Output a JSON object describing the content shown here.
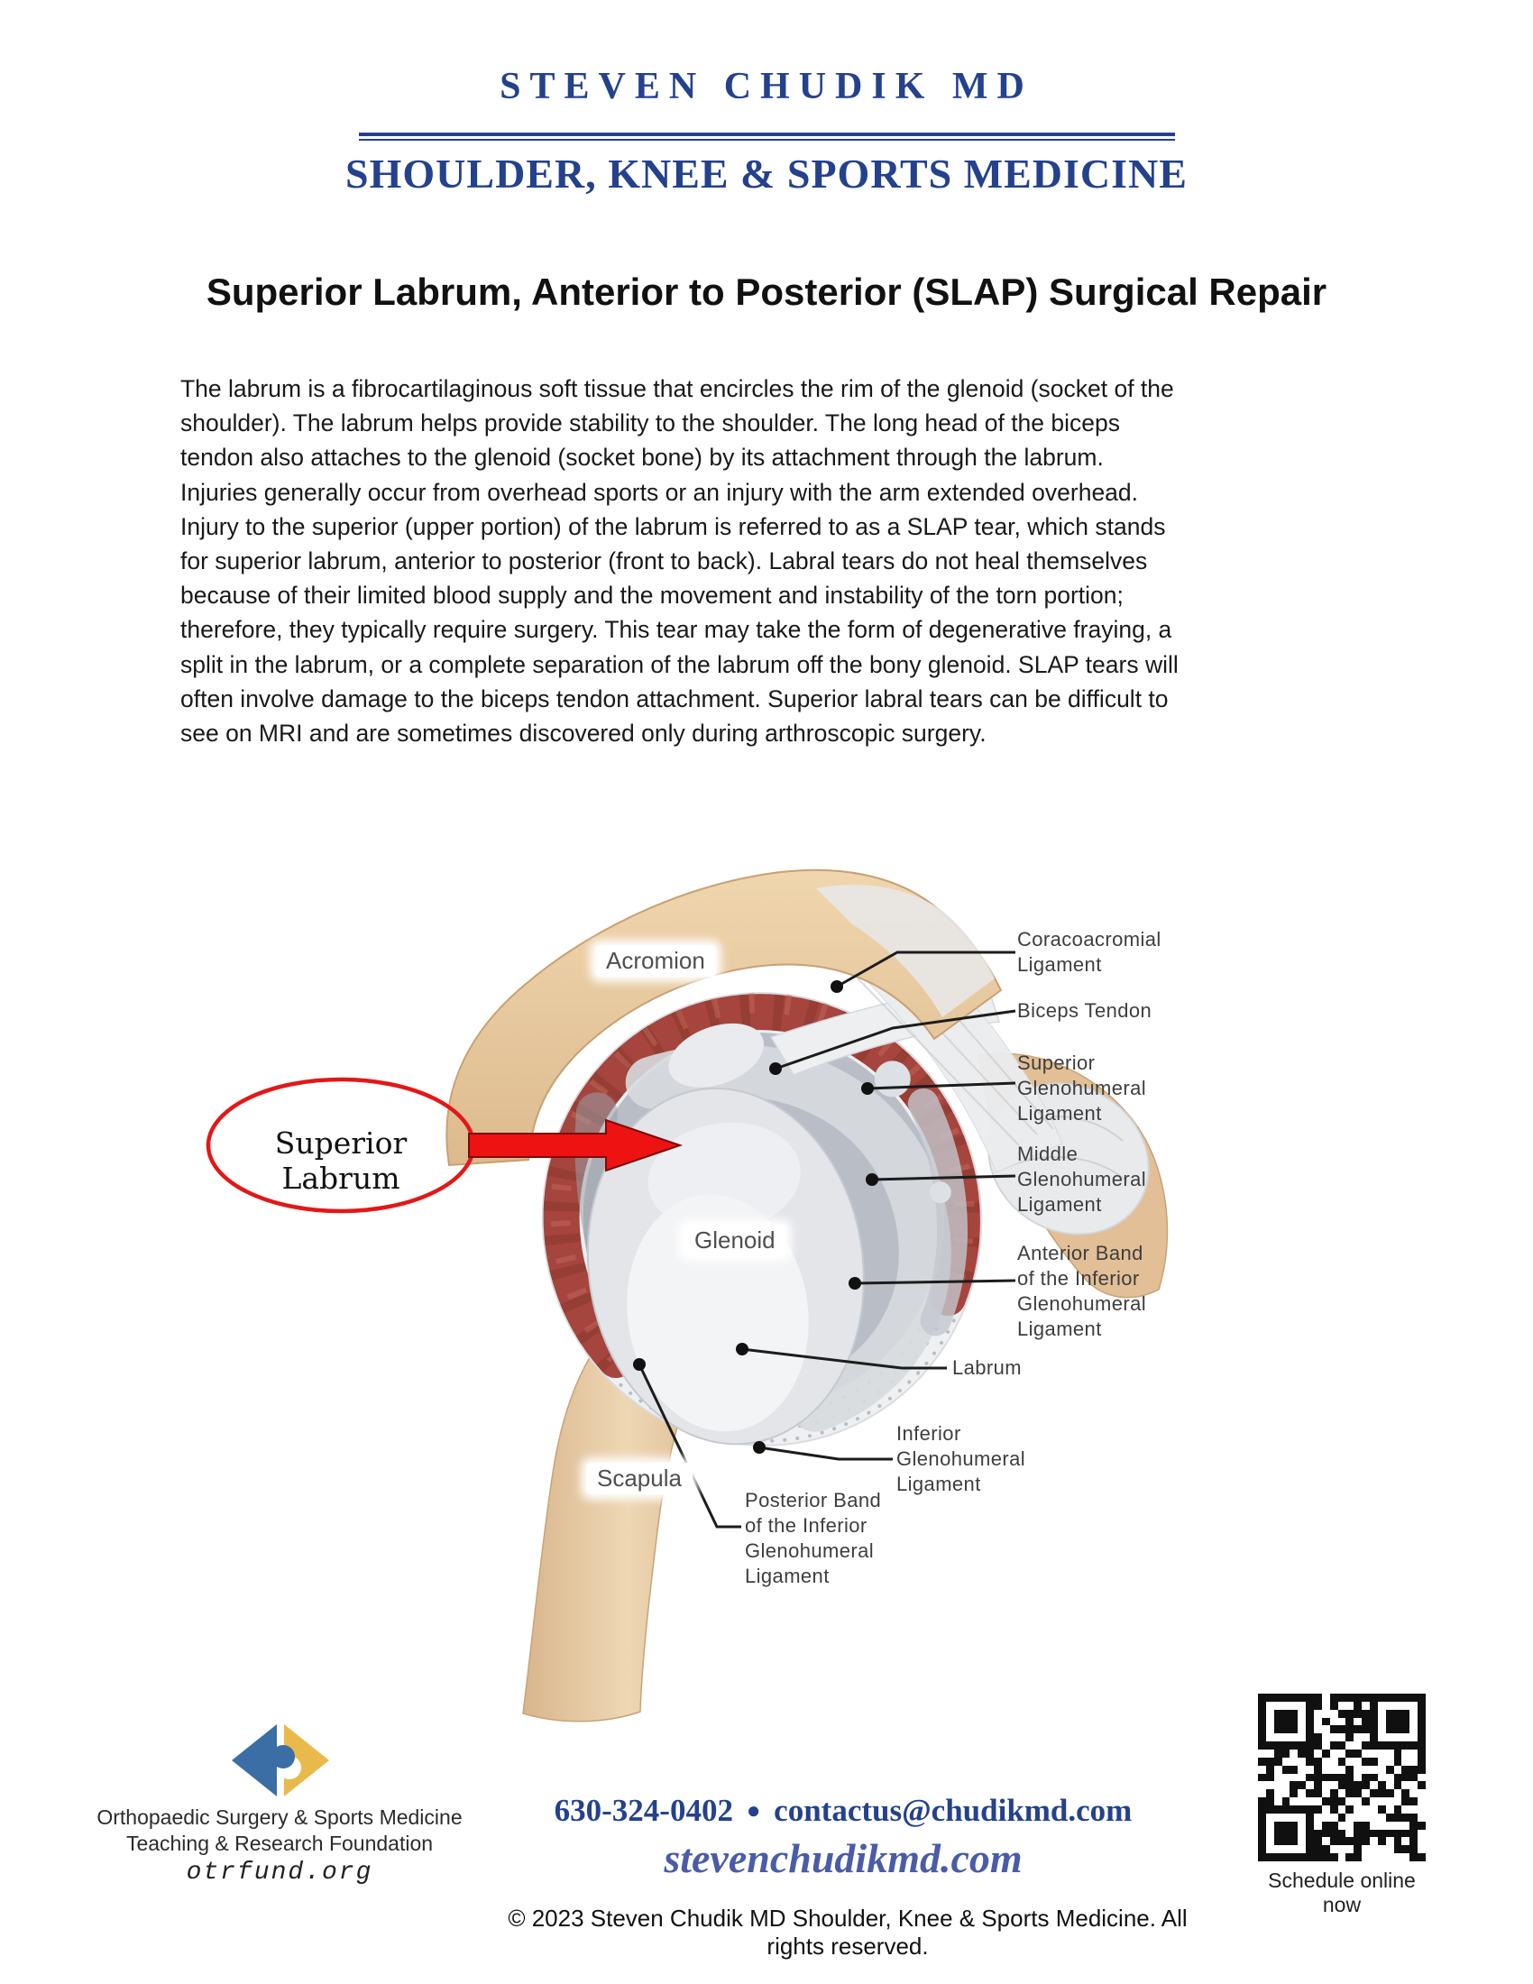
{
  "header": {
    "name": "STEVEN CHUDIK MD",
    "tagline": "SHOULDER, KNEE & SPORTS MEDICINE"
  },
  "article": {
    "title": "Superior Labrum, Anterior to Posterior (SLAP) Surgical Repair",
    "body": "The labrum is a fibrocartilaginous soft tissue that encircles the rim of the glenoid (socket of the\nshoulder). The labrum helps provide stability to the shoulder. The long head of the biceps\ntendon also attaches to the glenoid (socket bone) by its attachment through the labrum.\nInjuries generally occur from overhead sports or an injury with the arm extended overhead.\nInjury to the superior (upper portion) of the labrum is referred to as a SLAP tear, which stands\nfor superior labrum, anterior to posterior (front to back). Labral tears do not heal themselves\nbecause of their limited blood supply and the movement and instability of the torn portion;\ntherefore, they typically require surgery. This tear may take the form of degenerative fraying, a\nsplit in the labrum, or a complete separation of the labrum off the bony glenoid. SLAP tears will\noften involve damage to the biceps tendon attachment. Superior labral tears can be difficult to\nsee on MRI and are sometimes discovered only during arthroscopic surgery."
  },
  "diagram": {
    "callout": {
      "text": "Superior Labrum"
    },
    "labels": {
      "acromion": "Acromion",
      "glenoid": "Glenoid",
      "scapula": "Scapula",
      "coracoacromial": "Coracoacromial\nLigament",
      "biceps": "Biceps Tendon",
      "superior_gh": "Superior\nGlenohumeral\nLigament",
      "middle_gh": "Middle\nGlenohumeral\nLigament",
      "anterior_band": "Anterior Band\nof the Inferior\nGlenohumeral\nLigament",
      "labrum": "Labrum",
      "inferior_gh": "Inferior\nGlenohumeral\nLigament",
      "posterior_band": "Posterior Band\nof the Inferior\nGlenohumeral\nLigament"
    }
  },
  "footer": {
    "org": {
      "line1": "Orthopaedic Surgery & Sports Medicine",
      "line2": "Teaching & Research Foundation",
      "url": "otrfund.org"
    },
    "contact": {
      "phone": "630-324-0402",
      "separator": "●",
      "email": "contactus@chudikmd.com",
      "website": "stevenchudikmd.com"
    },
    "copyright": "© 2023 Steven Chudik MD Shoulder, Knee & Sports Medicine. All rights reserved.",
    "qr_caption": "Schedule online now"
  },
  "colors": {
    "brand_blue": "#24418e",
    "website_blue": "#4a5ca8",
    "callout_red": "#e41717",
    "labrum_red": "#a5453d",
    "bone_tan": "#e6c89e",
    "logo_blue": "#3a6ea5",
    "logo_gold": "#e9b94c"
  }
}
